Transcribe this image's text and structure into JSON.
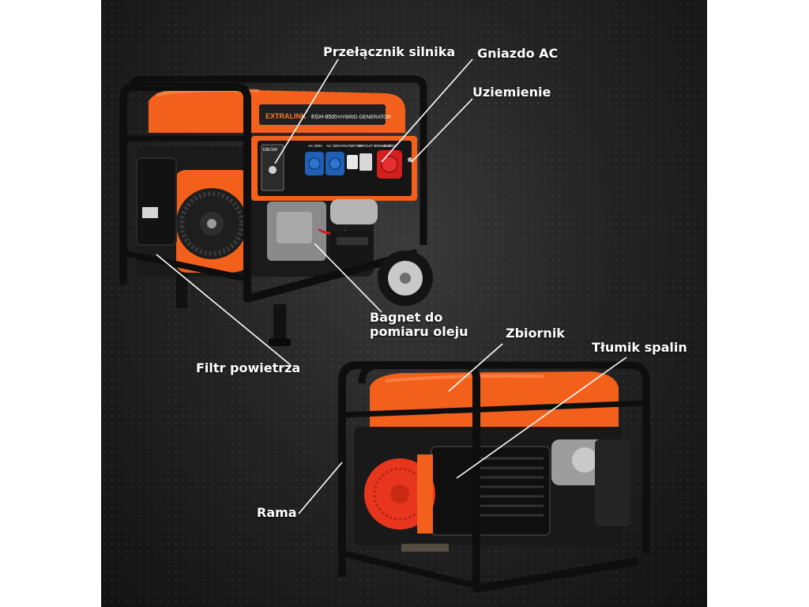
{
  "labels": {
    "engine_switch": "Przełącznik silnika",
    "ac_socket": "Gniazdo AC",
    "grounding": "Uziemienie",
    "oil_dipstick_line1": "Bagnet do",
    "oil_dipstick_line2": "pomiaru oleju",
    "air_filter": "Filtr powietrza",
    "tank": "Zbiornik",
    "muffler": "Tłumik spalin",
    "frame": "Rama"
  },
  "panel_texts": {
    "brand": "EXTRALINK",
    "model": "EGH-8500",
    "product": "HYBRID GENERATOR",
    "power_label": "E80.5W",
    "ac_230v_1": "AC 230V",
    "ac_230v_2": "AC 230V",
    "voltmeter": "VOLTMETER",
    "circuit_breaker": "CIRCUIT BREAKER",
    "ac_400v": "AC 400V"
  },
  "colors": {
    "background": "#1c1c1c",
    "generator_orange": "#f2601b",
    "frame_black": "#111111",
    "socket_blue": "#1f5fb4",
    "socket_red": "#d41f1f",
    "label_text": "#ffffff"
  }
}
